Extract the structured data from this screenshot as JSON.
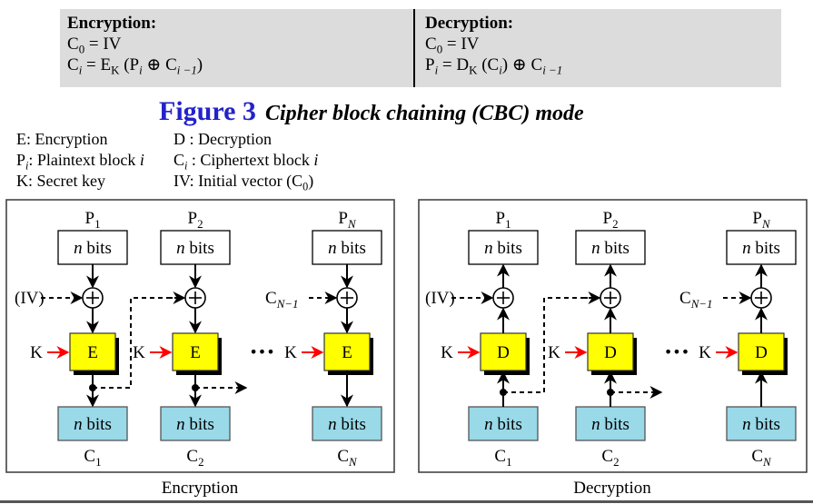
{
  "header": {
    "encryption": {
      "heading": "Encryption:",
      "line1": {
        "lhs": "C",
        "lhs_sub": "0",
        "rhs": " = IV"
      },
      "line2": {
        "text": "C",
        "sub_i": "i",
        "eq": " = E",
        "sub_k": "K",
        "rest1": " (P",
        "sub_i2": "i",
        "xor": " ⊕ ",
        "c": " C",
        "sub_prev": "i −1",
        "close": ")"
      }
    },
    "decryption": {
      "heading": "Decryption:",
      "line1": {
        "lhs": "C",
        "lhs_sub": "0",
        "rhs": " = IV"
      },
      "line2": {
        "text": "P",
        "sub_i": "i",
        "eq": " = D",
        "sub_k": "K",
        "rest1": " (C",
        "sub_i2": "i",
        "close1": ")",
        "xor": "  ⊕  ",
        "c": "C",
        "sub_prev": "i −1"
      }
    }
  },
  "title": {
    "figure": "Figure 3",
    "caption": "Cipher block chaining (CBC) mode",
    "figure_color": "#2222cc"
  },
  "legend": {
    "left": [
      {
        "sym": "E",
        "sub": "",
        "text": ": Encryption",
        "ital": ""
      },
      {
        "sym": "P",
        "sub": "i",
        "text": ": Plaintext block ",
        "ital": "i"
      },
      {
        "sym": "K",
        "sub": "",
        "text": ": Secret key",
        "ital": ""
      }
    ],
    "right": [
      {
        "sym": "D",
        "sub": "",
        "text": " : Decryption",
        "ital": "",
        "tail": ""
      },
      {
        "sym": "C",
        "sub": "i",
        "text": " : Ciphertext block ",
        "ital": "i",
        "tail": ""
      },
      {
        "sym": "IV",
        "sub": "",
        "text": ": Initial vector (C",
        "ital": "",
        "tail_sub": "0",
        "tail": ")"
      }
    ]
  },
  "diagram": {
    "colors": {
      "cipher_box": "#ffff00",
      "ciphertext_box": "#99d9e8",
      "key_arrow": "#ff0000",
      "line": "#000000",
      "panel_border": "#444444"
    },
    "block_label": "bits",
    "block_label_var": "n",
    "dots": "•••",
    "key_label": "K",
    "encryption": {
      "caption": "Encryption",
      "cipher_label": "E",
      "columns": [
        {
          "top": "P",
          "top_sub": "1",
          "bottom": "C",
          "bottom_sub": "1",
          "xor_in": "(IV)",
          "xor_in_sub": ""
        },
        {
          "top": "P",
          "top_sub": "2",
          "bottom": "C",
          "bottom_sub": "2",
          "xor_in": "",
          "xor_in_sub": ""
        },
        {
          "top": "P",
          "top_sub": "N",
          "bottom": "C",
          "bottom_sub": "N",
          "xor_in": "C",
          "xor_in_sub": "N−1"
        }
      ]
    },
    "decryption": {
      "caption": "Decryption",
      "cipher_label": "D",
      "columns": [
        {
          "top": "P",
          "top_sub": "1",
          "bottom": "C",
          "bottom_sub": "1",
          "xor_in": "(IV)",
          "xor_in_sub": ""
        },
        {
          "top": "P",
          "top_sub": "2",
          "bottom": "C",
          "bottom_sub": "2",
          "xor_in": "",
          "xor_in_sub": ""
        },
        {
          "top": "P",
          "top_sub": "N",
          "bottom": "C",
          "bottom_sub": "N",
          "xor_in": "C",
          "xor_in_sub": "N−1"
        }
      ]
    }
  }
}
